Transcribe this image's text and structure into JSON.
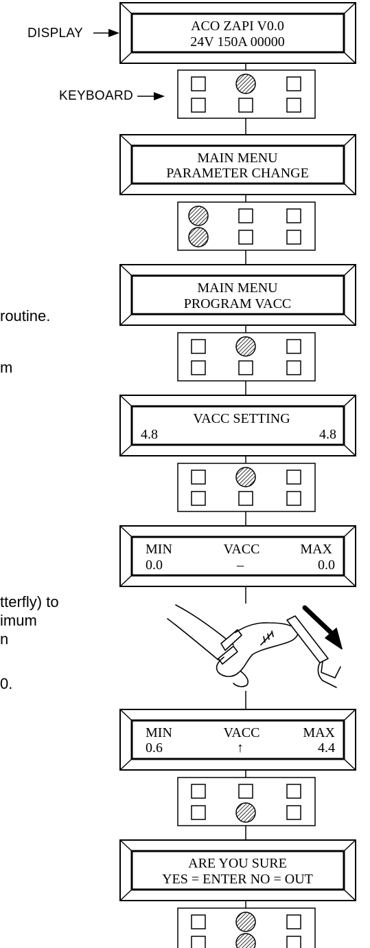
{
  "labels": {
    "display": "DISPLAY",
    "keyboard": "KEYBOARD"
  },
  "notes": [
    "routine.",
    "m",
    "tterfly) to",
    "imum",
    "n",
    "0."
  ],
  "screens": [
    {
      "id": "screen-1",
      "left": "ACO ZAPI V0.0",
      "line2": "24V 150A 00000",
      "align": "center"
    },
    {
      "id": "screen-2",
      "line1": "MAIN MENU",
      "line2": "PARAMETER CHANGE",
      "align": "center"
    },
    {
      "id": "screen-3",
      "line1": "MAIN MENU",
      "line2": "PROGRAM VACC",
      "align": "center"
    },
    {
      "id": "screen-4",
      "line1": "VACC SETTING",
      "line2_left": "4.8",
      "line2_right": "4.8"
    },
    {
      "id": "screen-5",
      "line1_left": "MIN",
      "line1_center": "VACC",
      "line1_right": "MAX",
      "line2_left": "0.0",
      "line2_center": "–",
      "line2_right": "0.0"
    },
    {
      "id": "screen-6",
      "line1_left": "MIN",
      "line1_center": "VACC",
      "line1_right": "MAX",
      "line2_left": "0.6",
      "line2_center": "↑",
      "line2_right": "4.4"
    },
    {
      "id": "screen-7",
      "line1": "ARE YOU SURE",
      "line2": "YES = ENTER NO = OUT",
      "align": "center"
    }
  ],
  "keyboards": [
    {
      "id": "keyboard-1",
      "pressed": [
        "top-center"
      ]
    },
    {
      "id": "keyboard-2",
      "pressed": [
        "top-left",
        "bottom-left"
      ]
    },
    {
      "id": "keyboard-3",
      "pressed": [
        "top-center"
      ]
    },
    {
      "id": "keyboard-4",
      "pressed": [
        "top-center"
      ]
    },
    {
      "id": "keyboard-5",
      "pressed": [
        "bottom-center"
      ]
    },
    {
      "id": "keyboard-6",
      "pressed": [
        "top-center",
        "bottom-center"
      ]
    }
  ],
  "icons": {
    "foot_pedal": "foot-pressing-pedal-icon",
    "arrow": "arrow-right-icon"
  }
}
